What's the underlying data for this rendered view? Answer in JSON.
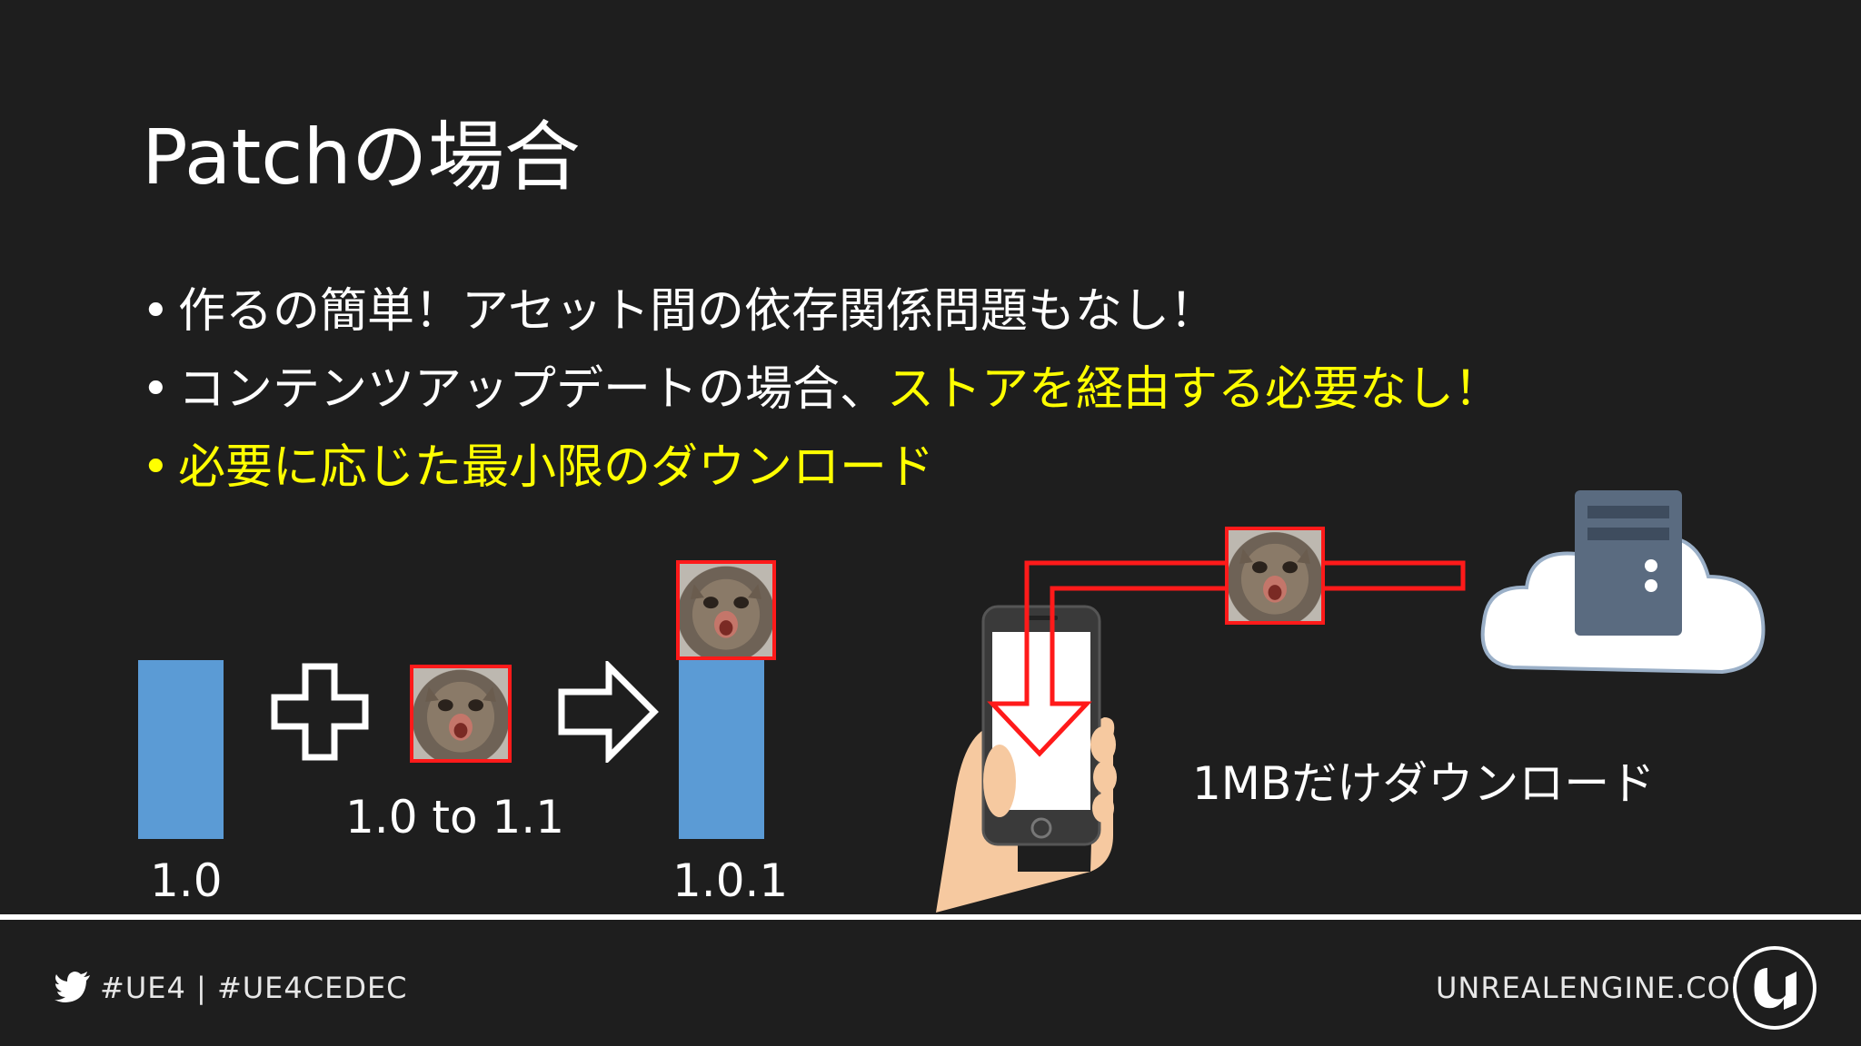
{
  "slide": {
    "title": "Patchの場合",
    "bullets": [
      {
        "dot": "•",
        "text": "作るの簡単！アセット間の依存関係問題もなし！",
        "highlight": ""
      },
      {
        "dot": "•",
        "text": "コンテンツアップデートの場合、",
        "highlight": "ストアを経由する必要なし！"
      },
      {
        "dot": "•",
        "text": "",
        "highlight": "必要に応じた最小限のダウンロード"
      }
    ],
    "diagram": {
      "version_base": "1.0",
      "patch_label": "1.0 to 1.1",
      "version_result": "1.0.1",
      "download_label": "1MBだけダウンロード"
    }
  },
  "footer": {
    "hashtags": "#UE4 | #UE4CEDEC",
    "site": "UNREALENGINE.COM"
  },
  "colors": {
    "background": "#1e1e1e",
    "accent_yellow": "#ffff00",
    "bar_blue": "#5b9bd5",
    "patch_red": "#ff1a1a"
  },
  "icons": [
    "plus-icon",
    "arrow-right-icon",
    "smartphone-icon",
    "cloud-server-icon",
    "twitter-bird-icon",
    "unreal-engine-logo"
  ]
}
